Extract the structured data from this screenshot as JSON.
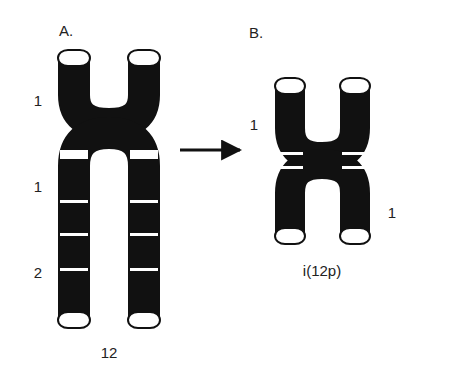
{
  "diagram": {
    "labels": [
      "A.",
      "B.",
      "1",
      "1",
      "2",
      "12",
      "1",
      "1",
      "i(12p)"
    ]
  }
}
